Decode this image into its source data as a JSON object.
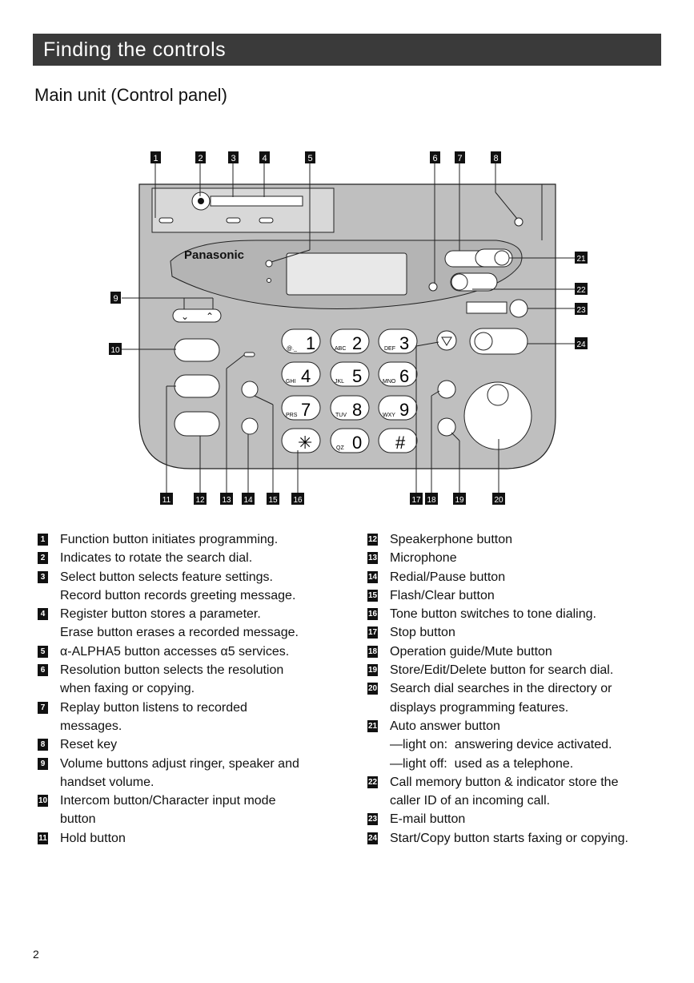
{
  "header": {
    "title": "Finding the controls"
  },
  "section": {
    "title": "Main unit (Control panel)"
  },
  "panel": {
    "brand": "Panasonic",
    "keys": [
      {
        "digit": "1",
        "letters": "@._"
      },
      {
        "digit": "2",
        "letters": "ABC"
      },
      {
        "digit": "3",
        "letters": "DEF"
      },
      {
        "digit": "4",
        "letters": "GHI"
      },
      {
        "digit": "5",
        "letters": "JKL"
      },
      {
        "digit": "6",
        "letters": "MNO"
      },
      {
        "digit": "7",
        "letters": "PRS"
      },
      {
        "digit": "8",
        "letters": "TUV"
      },
      {
        "digit": "9",
        "letters": "WXY"
      },
      {
        "digit": "✳",
        "letters": ""
      },
      {
        "digit": "0",
        "letters": "QZ"
      },
      {
        "digit": "#",
        "letters": ""
      }
    ]
  },
  "callouts": [
    "1",
    "2",
    "3",
    "4",
    "5",
    "6",
    "7",
    "8",
    "9",
    "10",
    "11",
    "12",
    "13",
    "14",
    "15",
    "16",
    "17",
    "18",
    "19",
    "20",
    "21",
    "22",
    "23",
    "24"
  ],
  "legend_left": [
    {
      "num": "1",
      "lines": [
        "Function button initiates programming."
      ]
    },
    {
      "num": "2",
      "lines": [
        "Indicates to rotate the search dial."
      ]
    },
    {
      "num": "3",
      "lines": [
        "Select button selects feature settings.",
        "Record button records greeting message."
      ]
    },
    {
      "num": "4",
      "lines": [
        "Register button stores a parameter.",
        "Erase button erases a recorded message."
      ]
    },
    {
      "num": "5",
      "lines": [
        "α-ALPHA5 button accesses α5 services."
      ]
    },
    {
      "num": "6",
      "lines": [
        "Resolution button selects the resolution",
        "when faxing or copying."
      ]
    },
    {
      "num": "7",
      "lines": [
        "Replay button listens to recorded",
        "messages."
      ]
    },
    {
      "num": "8",
      "lines": [
        "Reset key"
      ]
    },
    {
      "num": "9",
      "lines": [
        "Volume buttons adjust ringer, speaker and",
        "handset volume."
      ]
    },
    {
      "num": "10",
      "lines": [
        "Intercom button/Character input mode",
        "button"
      ]
    },
    {
      "num": "11",
      "lines": [
        "Hold button"
      ]
    }
  ],
  "legend_right": [
    {
      "num": "12",
      "lines": [
        "Speakerphone button"
      ]
    },
    {
      "num": "13",
      "lines": [
        "Microphone"
      ]
    },
    {
      "num": "14",
      "lines": [
        "Redial/Pause button"
      ]
    },
    {
      "num": "15",
      "lines": [
        "Flash/Clear button"
      ]
    },
    {
      "num": "16",
      "lines": [
        "Tone button switches to tone dialing."
      ]
    },
    {
      "num": "17",
      "lines": [
        "Stop button"
      ]
    },
    {
      "num": "18",
      "lines": [
        "Operation guide/Mute button"
      ]
    },
    {
      "num": "19",
      "lines": [
        "Store/Edit/Delete button for search dial."
      ]
    },
    {
      "num": "20",
      "lines": [
        "Search dial searches in the directory or",
        "displays programming features."
      ]
    },
    {
      "num": "21",
      "lines": [
        "Auto answer button",
        "—light on:  answering device activated.",
        "—light off:  used as a telephone."
      ]
    },
    {
      "num": "22",
      "lines": [
        "Call memory button & indicator store the",
        "caller ID of an incoming call."
      ]
    },
    {
      "num": "23",
      "lines": [
        "E-mail button"
      ]
    },
    {
      "num": "24",
      "lines": [
        "Start/Copy button starts faxing or copying."
      ]
    }
  ],
  "page_number": "2"
}
